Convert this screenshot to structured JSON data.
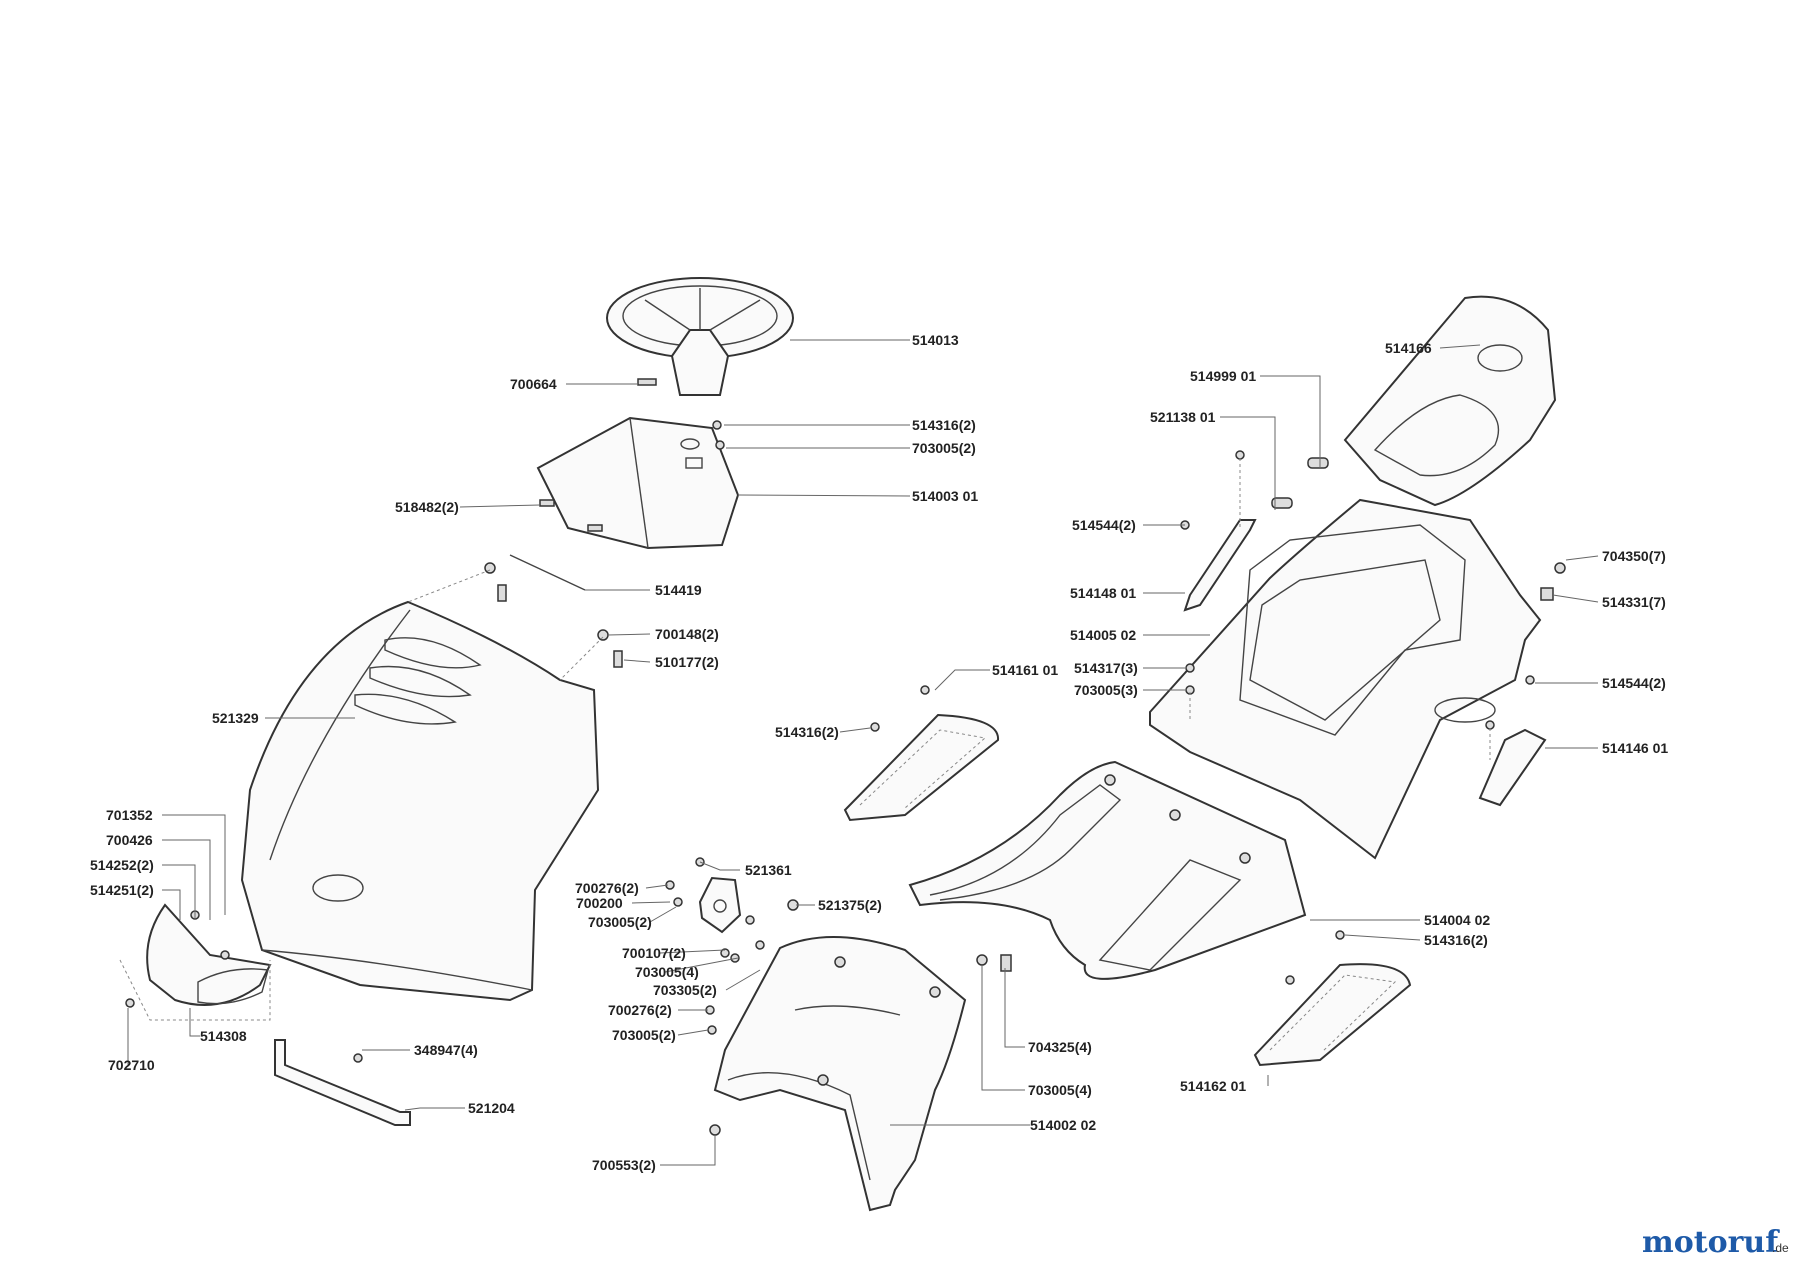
{
  "labels": [
    {
      "id": "514013",
      "text": "514013"
    },
    {
      "id": "700664",
      "text": "700664"
    },
    {
      "id": "514316_2_top",
      "text": "514316(2)"
    },
    {
      "id": "703005_2_top",
      "text": "703005(2)"
    },
    {
      "id": "518482_2",
      "text": "518482(2)"
    },
    {
      "id": "514003_01",
      "text": "514003 01"
    },
    {
      "id": "514419",
      "text": "514419"
    },
    {
      "id": "700148_2",
      "text": "700148(2)"
    },
    {
      "id": "510177_2",
      "text": "510177(2)"
    },
    {
      "id": "521329",
      "text": "521329"
    },
    {
      "id": "701352",
      "text": "701352"
    },
    {
      "id": "700426",
      "text": "700426"
    },
    {
      "id": "514252_2",
      "text": "514252(2)"
    },
    {
      "id": "514251_2",
      "text": "514251(2)"
    },
    {
      "id": "514308",
      "text": "514308"
    },
    {
      "id": "702710",
      "text": "702710"
    },
    {
      "id": "348947_4",
      "text": "348947(4)"
    },
    {
      "id": "521204",
      "text": "521204"
    },
    {
      "id": "521361",
      "text": "521361"
    },
    {
      "id": "700276_2_a",
      "text": "700276(2)"
    },
    {
      "id": "700200",
      "text": "700200"
    },
    {
      "id": "703005_2_mid",
      "text": "703005(2)"
    },
    {
      "id": "521375_2",
      "text": "521375(2)"
    },
    {
      "id": "700107_2",
      "text": "700107(2)"
    },
    {
      "id": "703005_4",
      "text": "703005(4)"
    },
    {
      "id": "703305_2",
      "text": "703305(2)"
    },
    {
      "id": "700276_2_b",
      "text": "700276(2)"
    },
    {
      "id": "703005_2_low",
      "text": "703005(2)"
    },
    {
      "id": "700553_2",
      "text": "700553(2)"
    },
    {
      "id": "704325_4",
      "text": "704325(4)"
    },
    {
      "id": "703005_4_b",
      "text": "703005(4)"
    },
    {
      "id": "514002_02",
      "text": "514002 02"
    },
    {
      "id": "514161_01",
      "text": "514161 01"
    },
    {
      "id": "514316_2_left",
      "text": "514316(2)"
    },
    {
      "id": "514166",
      "text": "514166"
    },
    {
      "id": "514999_01",
      "text": "514999 01"
    },
    {
      "id": "521138_01",
      "text": "521138 01"
    },
    {
      "id": "514544_2_left",
      "text": "514544(2)"
    },
    {
      "id": "514148_01",
      "text": "514148 01"
    },
    {
      "id": "514005_02",
      "text": "514005 02"
    },
    {
      "id": "514317_3",
      "text": "514317(3)"
    },
    {
      "id": "703005_3",
      "text": "703005(3)"
    },
    {
      "id": "704350_7",
      "text": "704350(7)"
    },
    {
      "id": "514331_7",
      "text": "514331(7)"
    },
    {
      "id": "514544_2_right",
      "text": "514544(2)"
    },
    {
      "id": "514146_01",
      "text": "514146 01"
    },
    {
      "id": "514004_02",
      "text": "514004 02"
    },
    {
      "id": "514316_2_right",
      "text": "514316(2)"
    },
    {
      "id": "514162_01",
      "text": "514162 01"
    }
  ],
  "watermark": {
    "brand": "motoruf",
    "suffix": ".de",
    "color_main": "#1e5aa8",
    "color_dot": "#e07b1a"
  }
}
